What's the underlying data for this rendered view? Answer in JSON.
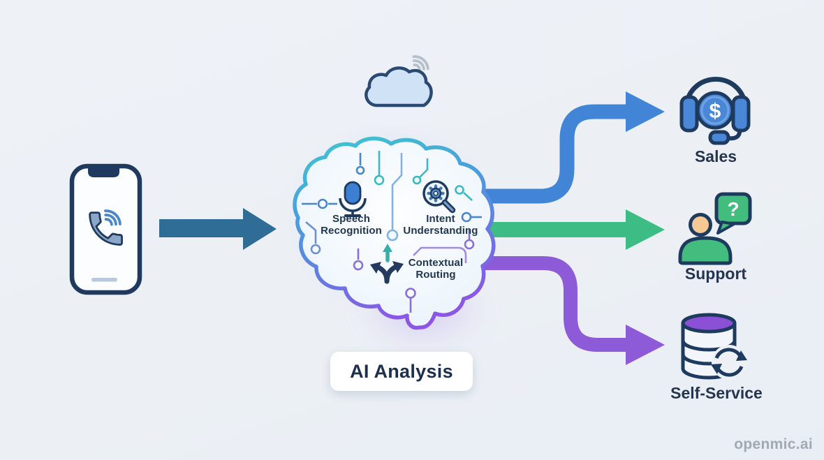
{
  "palette": {
    "background": "#edf0f5",
    "outline_navy": "#1e3a5f",
    "input_arrow": "#2f6d96",
    "sales_arrow": "#4285d6",
    "support_arrow": "#3dbd85",
    "selfservice_arrow": "#8e5bd8",
    "brain_gradient": [
      "#3fc4cf",
      "#49a1dd",
      "#8d55e6"
    ],
    "cloud_fill": "#cfe2f6",
    "support_green": "#43bd7d",
    "skin": "#f6c893",
    "database_purple": "#8b50d6",
    "icon_blue": "#4b87d7"
  },
  "flow": {
    "input": {
      "icon": "smartphone-call-icon"
    },
    "cloud": {
      "icon": "cloud-wifi-icon"
    },
    "brain": {
      "badge": "AI Analysis",
      "capabilities": [
        {
          "icon": "microphone-icon",
          "line1": "Speech",
          "line2": "Recognition"
        },
        {
          "icon": "gear-magnifier-icon",
          "line1": "Intent",
          "line2": "Understanding"
        },
        {
          "icon": "branch-arrows-icon",
          "line1": "Contextual",
          "line2": "Routing"
        }
      ]
    },
    "destinations": [
      {
        "label": "Sales",
        "icon": "headset-dollar-icon",
        "arrow_color": "#4285d6",
        "glyph": "$"
      },
      {
        "label": "Support",
        "icon": "person-question-icon",
        "arrow_color": "#3dbd85",
        "glyph": "?"
      },
      {
        "label": "Self-Service",
        "icon": "database-sync-icon",
        "arrow_color": "#8e5bd8"
      }
    ]
  },
  "watermark": {
    "text": "openmic.ai"
  }
}
